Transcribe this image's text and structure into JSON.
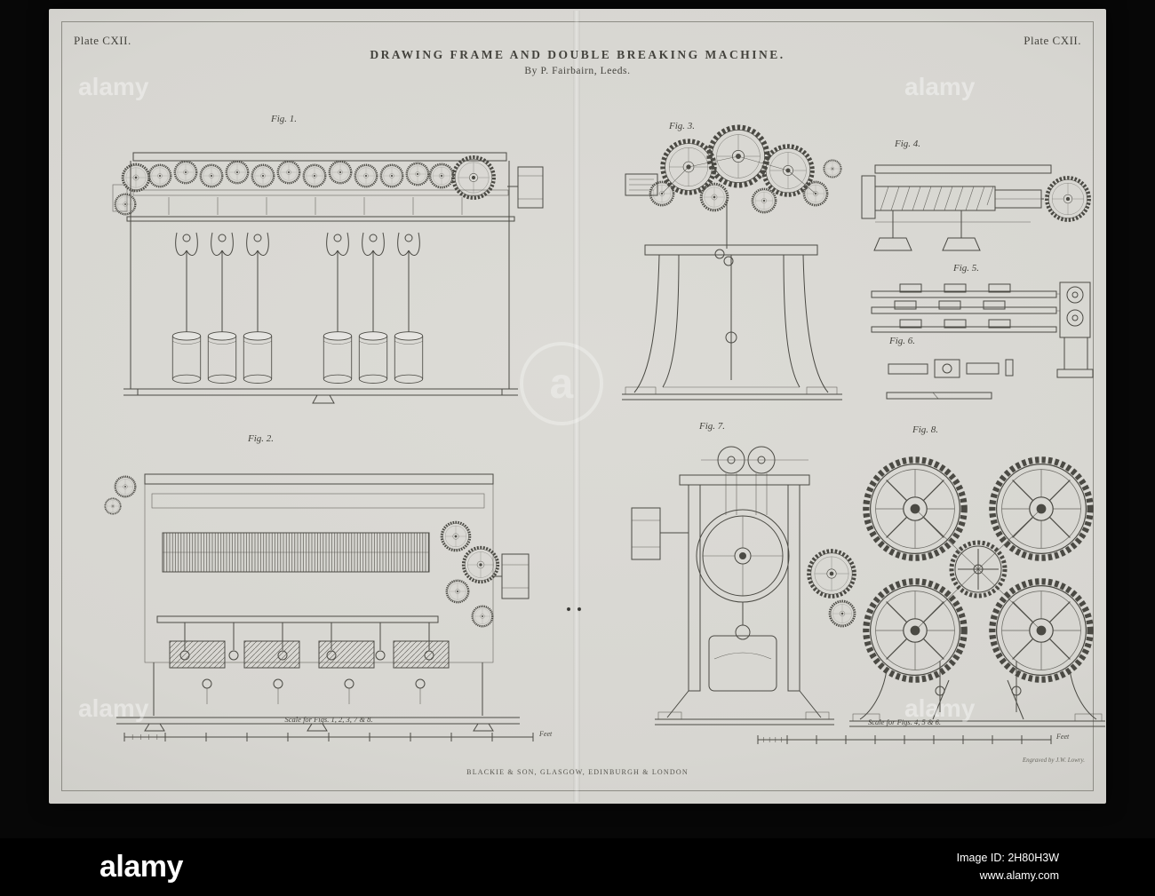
{
  "photo": {
    "watermark_text": "alamy",
    "watermark_center_letter": "a",
    "bottom_bar": {
      "logo": "alamy",
      "image_id": "Image ID: 2H80H3W",
      "website": "www.alamy.com"
    }
  },
  "plate": {
    "ref_left": "Plate CXII.",
    "ref_right": "Plate CXII.",
    "title": "DRAWING FRAME AND DOUBLE BREAKING MACHINE.",
    "subtitle": "By P. Fairbairn, Leeds.",
    "figures": {
      "fig1": "Fig. 1.",
      "fig2": "Fig. 2.",
      "fig3": "Fig. 3.",
      "fig4": "Fig. 4.",
      "fig5": "Fig. 5.",
      "fig6": "Fig. 6.",
      "fig7": "Fig. 7.",
      "fig8": "Fig. 8."
    },
    "scales": {
      "left_caption": "Scale for Figs. 1, 2, 3, 7 & 8.",
      "left_unit": "Feet",
      "right_caption": "Scale for Figs. 4, 5 & 6.",
      "right_unit": "Feet"
    },
    "publisher": "BLACKIE & SON, GLASGOW, EDINBURGH & LONDON",
    "engraver": "Engraved by J.W. Lowry."
  }
}
